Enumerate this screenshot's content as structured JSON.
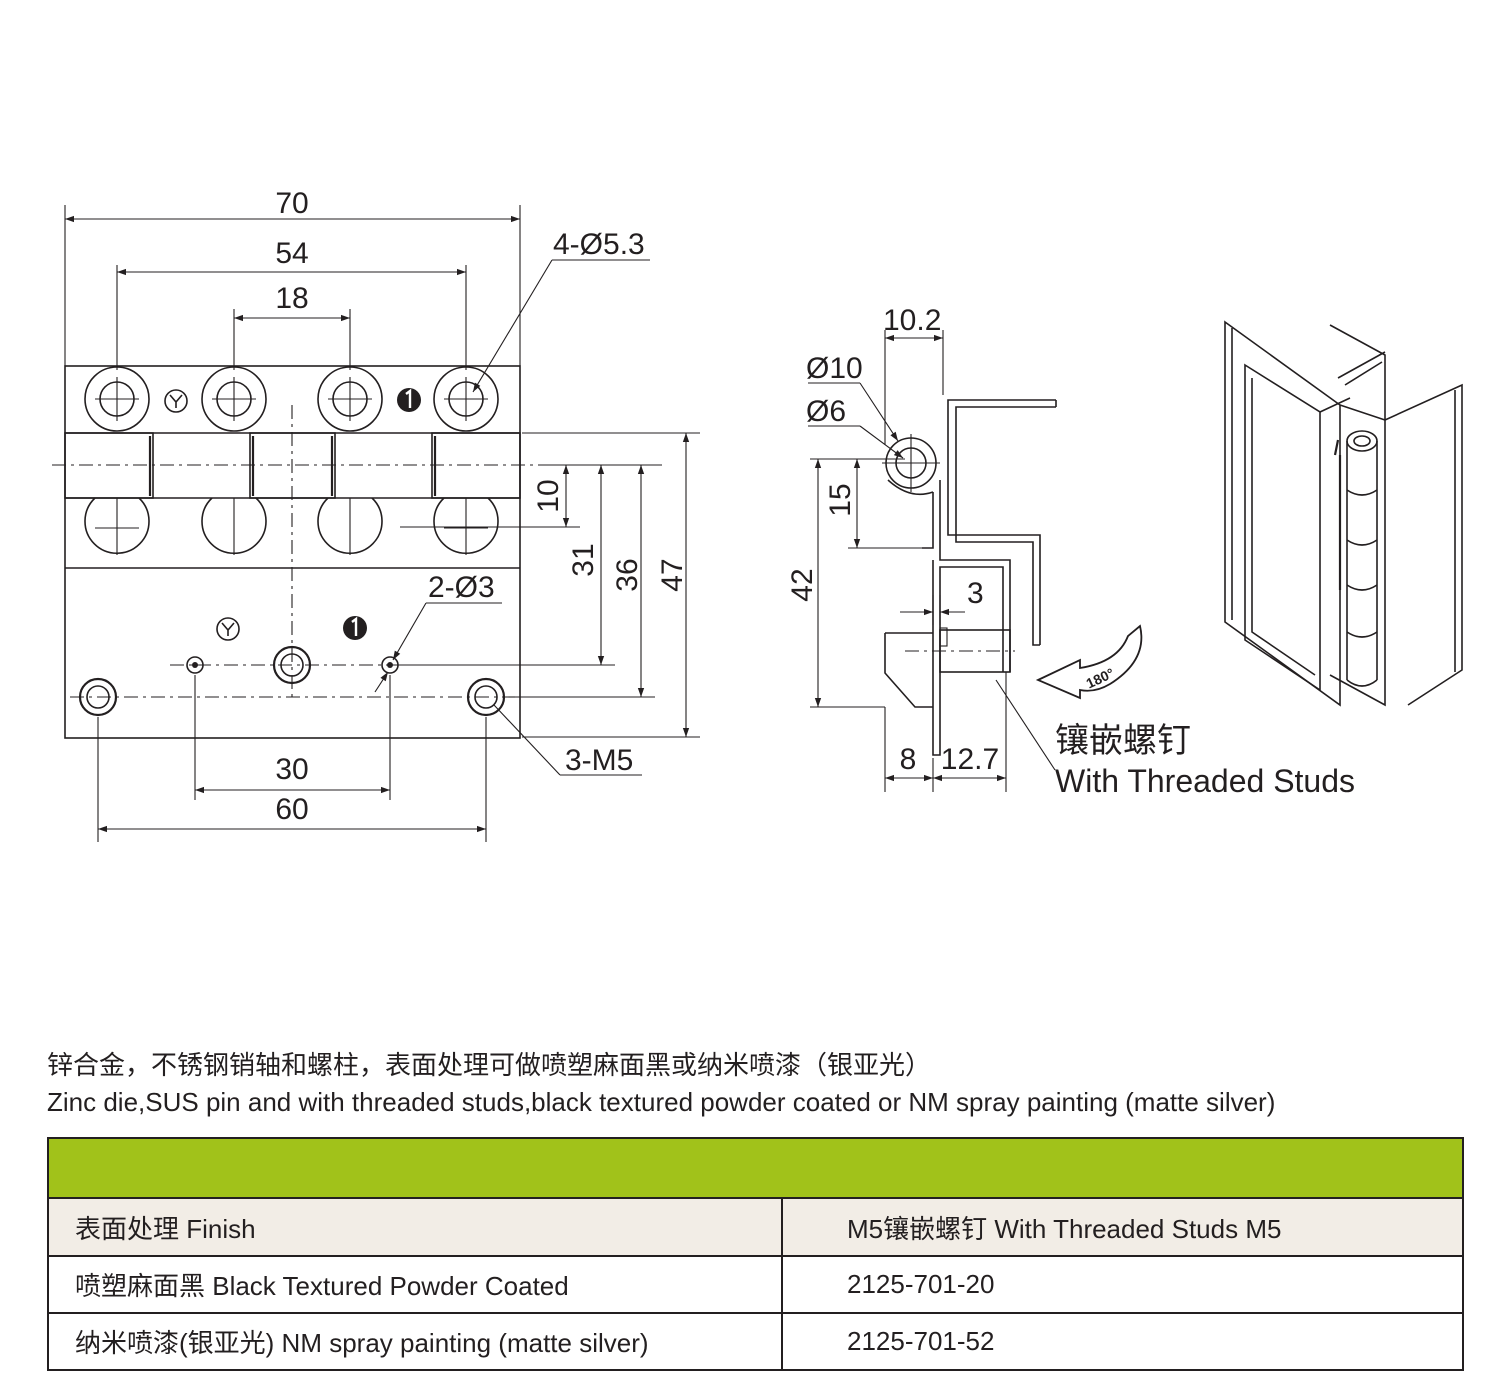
{
  "drawing": {
    "dims": {
      "width_total": "70",
      "hole_spacing_outer": "54",
      "hole_spacing_inner": "18",
      "hole_callout": "4-Ø5.3",
      "knuckle_height": "10",
      "dim_31": "31",
      "dim_36": "36",
      "height_total": "47",
      "small_hole_callout": "2-Ø3",
      "stud_callout": "3-M5",
      "stud_spacing_inner": "30",
      "stud_spacing_outer": "60",
      "side_offset": "10.2",
      "pin_outer_dia": "Ø10",
      "pin_inner_dia": "Ø6",
      "dim_15": "15",
      "dim_42": "42",
      "dim_3": "3",
      "dim_8": "8",
      "stud_length": "12.7",
      "rotation": "180°"
    },
    "stud_label_cn": "镶嵌螺钉",
    "stud_label_en": "With Threaded Studs"
  },
  "description": {
    "cn": "锌合金，不锈钢销轴和螺柱，表面处理可做喷塑麻面黑或纳米喷漆（银亚光）",
    "en": "Zinc die,SUS pin and with threaded studs,black textured powder coated or NM spray painting (matte silver)"
  },
  "table": {
    "band_color": "#a1c21a",
    "header": {
      "finish": "表面处理 Finish",
      "model": "M5镶嵌螺钉 With Threaded Studs M5"
    },
    "rows": [
      {
        "finish": "喷塑麻面黑 Black Textured Powder Coated",
        "model": "2125-701-20"
      },
      {
        "finish": "纳米喷漆(银亚光) NM spray painting (matte silver)",
        "model": "2125-701-52"
      }
    ]
  }
}
